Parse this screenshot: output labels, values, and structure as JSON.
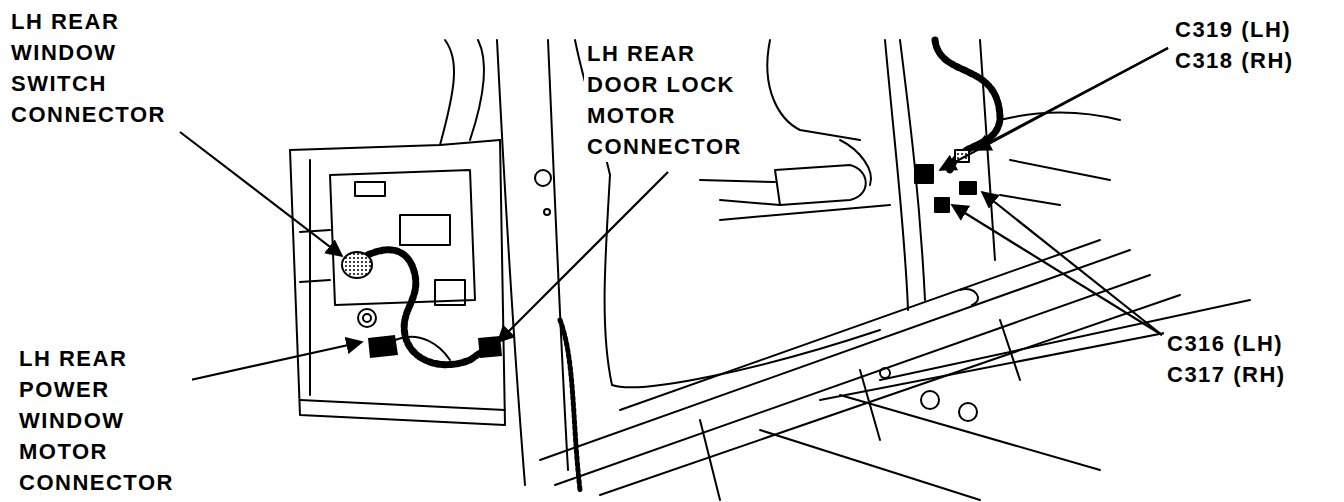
{
  "diagram": {
    "labels": [
      "LH REAR WINDOW SWITCH CONNECTOR",
      "LH REAR DOOR LOCK MOTOR CONNECTOR",
      "LH REAR POWER WINDOW MOTOR CONNECTOR",
      "C319 (LH)",
      "C318 (RH)",
      "C316 (LH)",
      "C317 (RH)"
    ]
  }
}
